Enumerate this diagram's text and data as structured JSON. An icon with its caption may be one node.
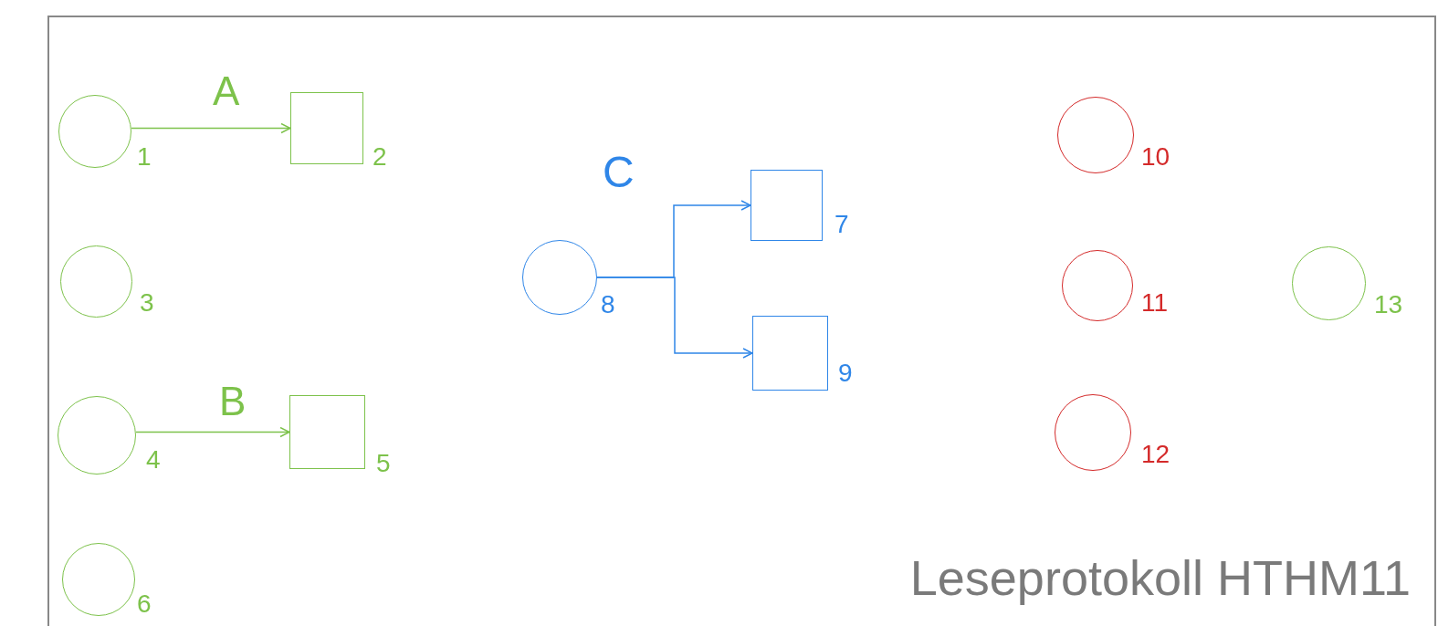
{
  "diagram": {
    "title": "Leseprotokoll HTHM11",
    "nodes": [
      {
        "text": [],
        "shape": "circle",
        "beside": [
          "1"
        ]
      },
      {
        "text": [],
        "shape": "box",
        "beside": [
          "2"
        ]
      },
      {
        "text": [],
        "shape": "circle",
        "beside": [
          "3"
        ]
      },
      {
        "text": [],
        "shape": "circle",
        "beside": [
          "4"
        ]
      },
      {
        "text": [],
        "shape": "box",
        "beside": [
          "5"
        ]
      },
      {
        "text": [],
        "shape": "circle",
        "beside": [
          "6"
        ]
      },
      {
        "text": [],
        "shape": "box",
        "beside": [
          "7"
        ]
      },
      {
        "text": [],
        "shape": "circle",
        "beside": [
          "8"
        ]
      },
      {
        "text": [],
        "shape": "box",
        "beside": [
          "9"
        ]
      },
      {
        "text": [],
        "shape": "circle",
        "beside": [
          "10"
        ]
      },
      {
        "text": [],
        "shape": "circle",
        "beside": [
          "11"
        ]
      },
      {
        "text": [],
        "shape": "circle",
        "beside": [
          "12"
        ]
      },
      {
        "text": [],
        "shape": "circle",
        "beside": [
          "13"
        ]
      }
    ],
    "edges": [
      {
        "from": 0,
        "to": 1,
        "arrow": "to",
        "label": "A",
        "color": "#7dc24b"
      },
      {
        "from": 3,
        "to": 4,
        "arrow": "to",
        "label": "B",
        "color": "#7dc24b"
      },
      {
        "from": 7,
        "to": 6,
        "arrow": "to",
        "color": "#2f86e8"
      },
      {
        "from": 7,
        "to": 8,
        "arrow": "to",
        "color": "#2f86e8"
      }
    ],
    "labels": [
      "C"
    ]
  }
}
